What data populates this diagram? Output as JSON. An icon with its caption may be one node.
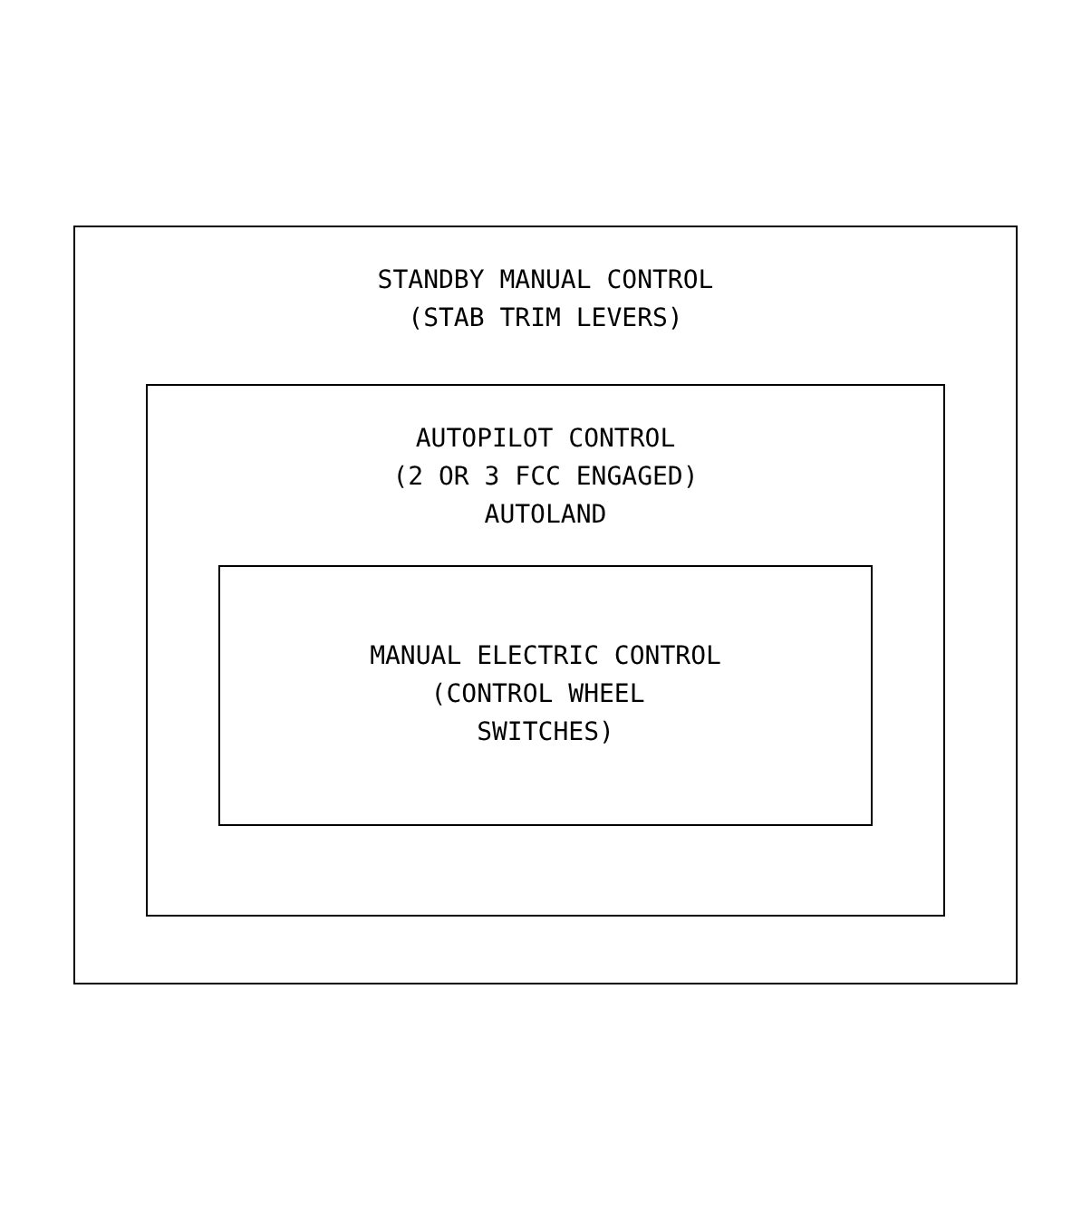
{
  "diagram": {
    "nodes": [
      {
        "text": [
          "STANDBY MANUAL CONTROL (STAB TRIM LEVERS)"
        ]
      },
      {
        "text": [
          "AUTOPILOT CONTROL (2 OR 3 FCC ENGAGED) AUTOLAND"
        ],
        "in": 0
      },
      {
        "text": [
          "MANUAL ELECTRIC CONTROL (CONTROL WHEEL SWITCHES)"
        ],
        "in": 1
      }
    ]
  }
}
